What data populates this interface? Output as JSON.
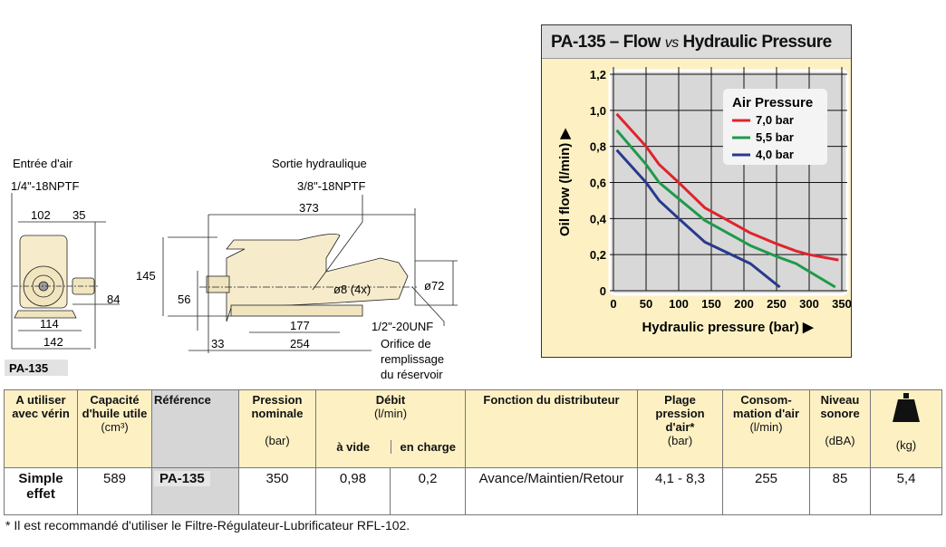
{
  "drawing": {
    "air_inlet_label": "Entrée d'air",
    "air_inlet_thread": "1/4\"-18NPTF",
    "hyd_outlet_label": "Sortie hydraulique",
    "hyd_outlet_thread": "3/8\"-18NPTF",
    "dims": {
      "d102": "102",
      "d35": "35",
      "d84": "84",
      "d114": "114",
      "d142": "142",
      "d373": "373",
      "d145": "145",
      "d56": "56",
      "d8": "ø8 (4x)",
      "d72": "ø72",
      "d177": "177",
      "d33": "33",
      "d254": "254"
    },
    "fill_thread": "1/2\"-20UNF",
    "fill_label": [
      "Orifice de",
      "remplissage",
      "du réservoir"
    ],
    "model_badge": "PA-135"
  },
  "chart_data": {
    "type": "line",
    "title_prefix": "PA-135 – Flow",
    "title_vs": "vs",
    "title_suffix": "Hydraulic Pressure",
    "xlabel": "Hydraulic pressure (bar) ▶",
    "ylabel": "Oil flow (l/min) ▶",
    "xlim": [
      0,
      350
    ],
    "ylim": [
      0,
      1.2
    ],
    "xticks": [
      "0",
      "50",
      "100",
      "150",
      "200",
      "250",
      "300",
      "350"
    ],
    "yticks": [
      "0",
      "0,2",
      "0,4",
      "0,6",
      "0,8",
      "1,0",
      "1,2"
    ],
    "grid": true,
    "legend_title": "Air Pressure",
    "legend_position": "top-right",
    "series": [
      {
        "name": "7,0 bar",
        "color": "#e0242c",
        "x": [
          5,
          50,
          70,
          100,
          140,
          170,
          210,
          250,
          280,
          300,
          345
        ],
        "y": [
          0.98,
          0.8,
          0.7,
          0.6,
          0.46,
          0.4,
          0.32,
          0.26,
          0.22,
          0.2,
          0.17
        ]
      },
      {
        "name": "5,5 bar",
        "color": "#1f9a4a",
        "x": [
          5,
          50,
          70,
          100,
          140,
          210,
          250,
          280,
          340
        ],
        "y": [
          0.89,
          0.7,
          0.6,
          0.51,
          0.39,
          0.25,
          0.19,
          0.15,
          0.02
        ]
      },
      {
        "name": "4,0 bar",
        "color": "#283a8c",
        "x": [
          5,
          50,
          70,
          100,
          140,
          210,
          255
        ],
        "y": [
          0.78,
          0.6,
          0.5,
          0.4,
          0.27,
          0.15,
          0.02
        ]
      }
    ]
  },
  "table": {
    "headers": {
      "use": "A utiliser avec vérin",
      "capacity": "Capacité d'huile utile",
      "capacity_unit": "(cm³)",
      "reference": "Référence",
      "pressure": "Pression nominale",
      "pressure_unit": "(bar)",
      "flow": "Débit",
      "flow_unit": "(l/min)",
      "flow_noload": "à vide",
      "flow_load": "en charge",
      "function": "Fonction du distributeur",
      "air_range": "Plage pression d'air*",
      "air_range_unit": "(bar)",
      "air_cons": "Consom-mation d'air",
      "air_cons_unit": "(l/min)",
      "noise": "Niveau sonore",
      "noise_unit": "(dBA)",
      "weight_icon": "weight-icon",
      "weight_unit": "(kg)"
    },
    "row": {
      "use": "Simple effet",
      "capacity": "589",
      "reference": "PA-135",
      "pressure": "350",
      "flow_noload": "0,98",
      "flow_load": "0,2",
      "function": "Avance/Maintien/Retour",
      "air_range": "4,1 - 8,3",
      "air_cons": "255",
      "noise": "85",
      "weight": "5,4"
    }
  },
  "footnote": "* Il est recommandé d'utiliser le Filtre-Régulateur-Lubrificateur RFL-102."
}
